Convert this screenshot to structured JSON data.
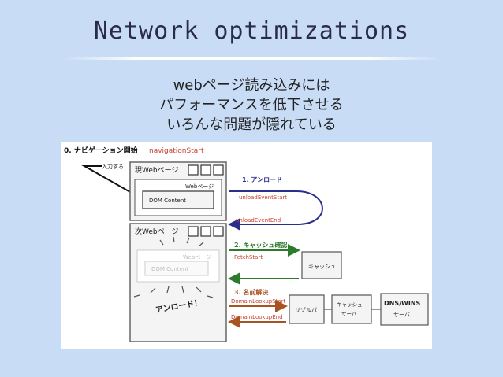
{
  "slide": {
    "title": "Network optimizations",
    "subtitle_lines": [
      "webページ読み込みには",
      "パフォーマンスを低下させる",
      "いろんな問題が隠れている"
    ]
  },
  "diagram": {
    "nav_heading": "0. ナビゲーション開始",
    "nav_event": "navigationStart",
    "input_label": "入力する",
    "current_page_label": "現Webページ",
    "web_page_label": "Webページ",
    "dom_content_label": "DOM Content",
    "next_page_label": "次Webページ",
    "next_web_page_label": "Webページ",
    "next_dom_content_label": "DOM Content",
    "unload_exclaim": "アンロード！",
    "step1": "1. アンロード",
    "unload_start": "unloadEventStart",
    "unload_end": "unloadEventEnd",
    "step2": "2. キャッシュ確認",
    "fetch_start": "FetchStart",
    "cache_label": "キャッシュ",
    "step3": "3. 名前解決",
    "domain_lookup_start": "DomainLookupStart",
    "domain_lookup_end": "DomainLookupEnd",
    "resolver_label": "リゾルバ",
    "cache_server_line1": "キャッシュ",
    "cache_server_line2": "サーバ",
    "dns_line1": "DNS/WINS",
    "dns_line2": "サーバ"
  },
  "colors": {
    "background": "#c9dcf6",
    "accent_red": "#c8402f",
    "arrow_blue": "#2a2f8a",
    "arrow_green": "#2c7a2c",
    "arrow_orange": "#a85422"
  }
}
